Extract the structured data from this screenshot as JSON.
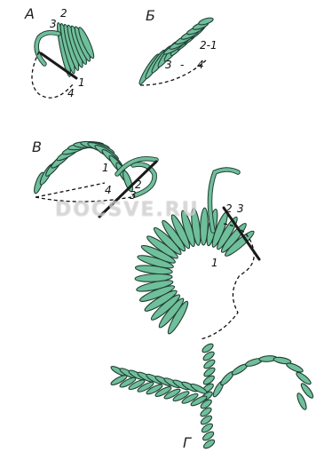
{
  "figures": {
    "a": {
      "letter": "А",
      "nums": [
        "3",
        "2",
        "1",
        "4"
      ]
    },
    "b": {
      "letter": "Б",
      "nums": [
        "2-1",
        "3",
        "-",
        "4"
      ]
    },
    "v": {
      "letter": "В",
      "nums": [
        "1",
        "2",
        "4",
        "3"
      ]
    },
    "g": {
      "letter": "Г",
      "nums": [
        "2",
        "3",
        "1"
      ]
    }
  },
  "watermark": "DOCSVE.RU",
  "colors": {
    "stitch_fill": "#6fbf9b",
    "stitch_outline": "#1f3d33",
    "needle": "#1a1a1a",
    "guide_line": "#111111"
  },
  "icons": [
    "needle-icon",
    "thread-icon",
    "stitch-leaf-icon",
    "flower-icon",
    "stem-icon"
  ]
}
